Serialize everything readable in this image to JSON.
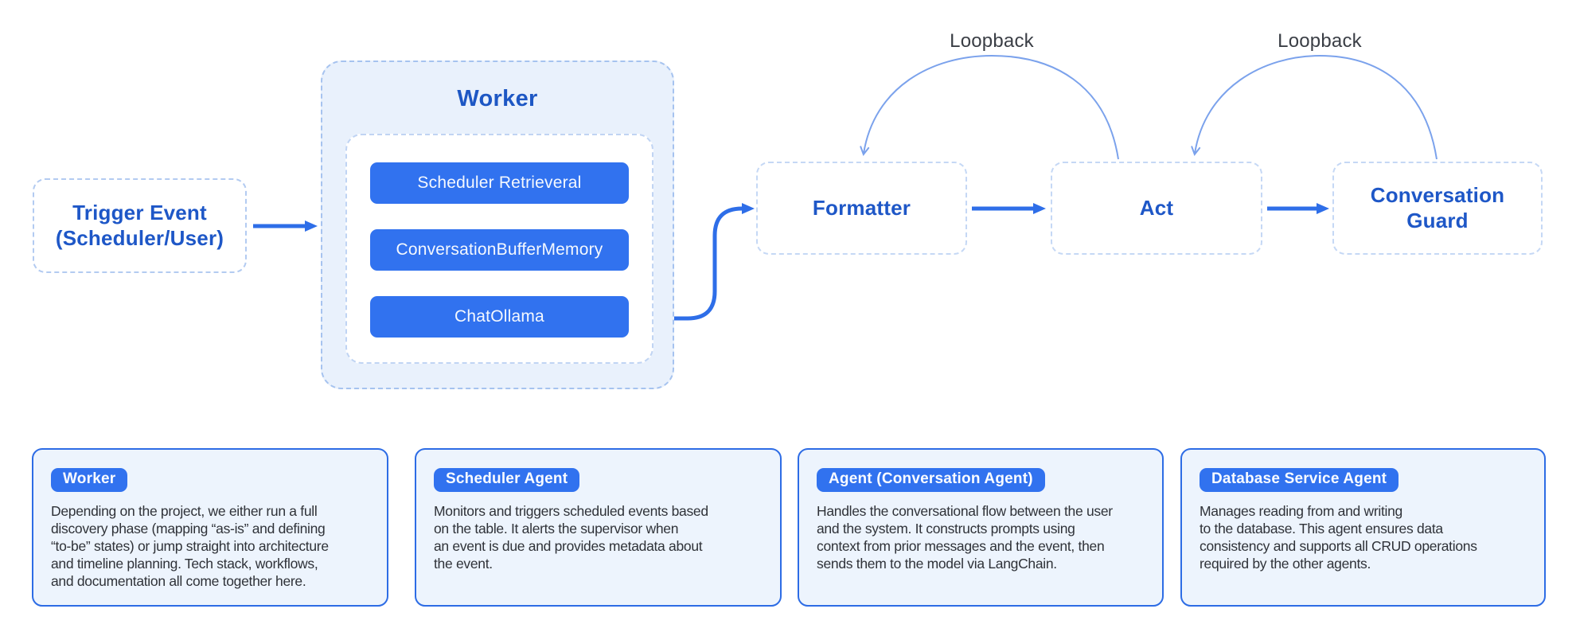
{
  "colors": {
    "accent_blue": "#3172ef",
    "arrow_blue": "#2e6ee8",
    "dark_blue_text": "#1e57c7",
    "container_bg": "#e9f1fc",
    "dashed_border": "#b9cff2",
    "arc_stroke": "#7ba2ec",
    "loopback_text": "#3a3e45",
    "card_bg": "#edf4fd",
    "card_border": "#2d6ce5",
    "body_text": "#2f3238"
  },
  "diagram": {
    "trigger": {
      "label": "Trigger Event\n(Scheduler/User)"
    },
    "worker": {
      "title": "Worker",
      "modules": [
        "Scheduler Retrieveral",
        "ConversationBufferMemory",
        "ChatOllama"
      ]
    },
    "pipeline": [
      {
        "label": "Formatter"
      },
      {
        "label": "Act"
      },
      {
        "label": "Conversation\nGuard"
      }
    ],
    "loopback_labels": [
      "Loopback",
      "Loopback"
    ]
  },
  "cards": [
    {
      "badge": "Worker",
      "description": "Depending on the project, we either run a full\ndiscovery phase (mapping “as-is” and defining\n“to-be” states) or jump straight into architecture\nand timeline planning. Tech stack, workflows,\nand documentation all come together here."
    },
    {
      "badge": "Scheduler Agent",
      "description": "Monitors and triggers scheduled events based\non the table. It alerts the supervisor when\nan event is due and provides metadata about\nthe event."
    },
    {
      "badge": "Agent (Conversation Agent)",
      "description": "Handles the conversational flow between the user\nand the system. It constructs prompts using\ncontext from prior messages and the event, then\nsends them to the model via LangChain."
    },
    {
      "badge": "Database Service Agent",
      "description": "Manages reading from and writing\nto the database. This agent ensures data\nconsistency and supports all CRUD operations\nrequired by the other agents."
    }
  ]
}
